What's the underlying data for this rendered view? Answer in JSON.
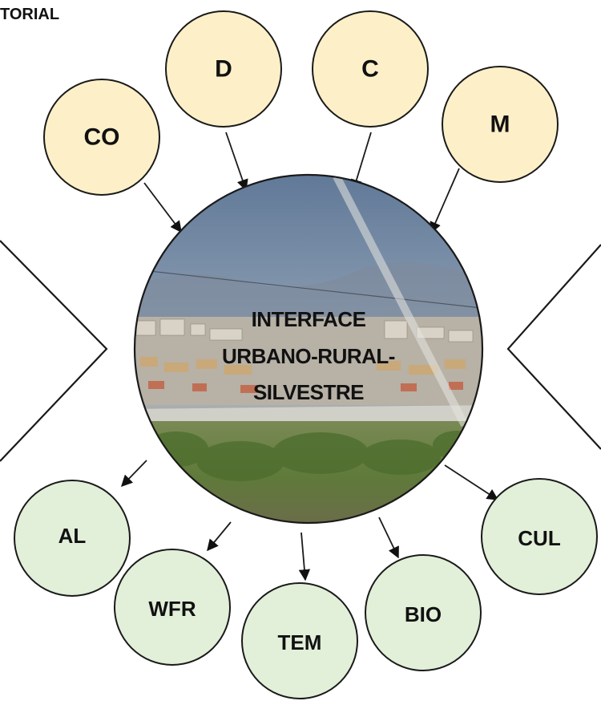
{
  "header": {
    "partial_title": "TORIAL"
  },
  "center": {
    "lines": [
      "INTERFACE",
      "URBANO-RURAL-",
      "SILVESTRE"
    ]
  },
  "drivers": [
    {
      "id": "co",
      "label": "CO"
    },
    {
      "id": "d",
      "label": "D"
    },
    {
      "id": "c",
      "label": "C"
    },
    {
      "id": "m",
      "label": "M"
    }
  ],
  "services": [
    {
      "id": "al",
      "label": "AL"
    },
    {
      "id": "wfr",
      "label": "WFR"
    },
    {
      "id": "tem",
      "label": "TEM"
    },
    {
      "id": "bio",
      "label": "BIO"
    },
    {
      "id": "cul",
      "label": "CUL"
    }
  ],
  "colors": {
    "driver_fill": "#fdf0c8",
    "service_fill": "#e2efd9",
    "outline": "#1a1a1a"
  }
}
